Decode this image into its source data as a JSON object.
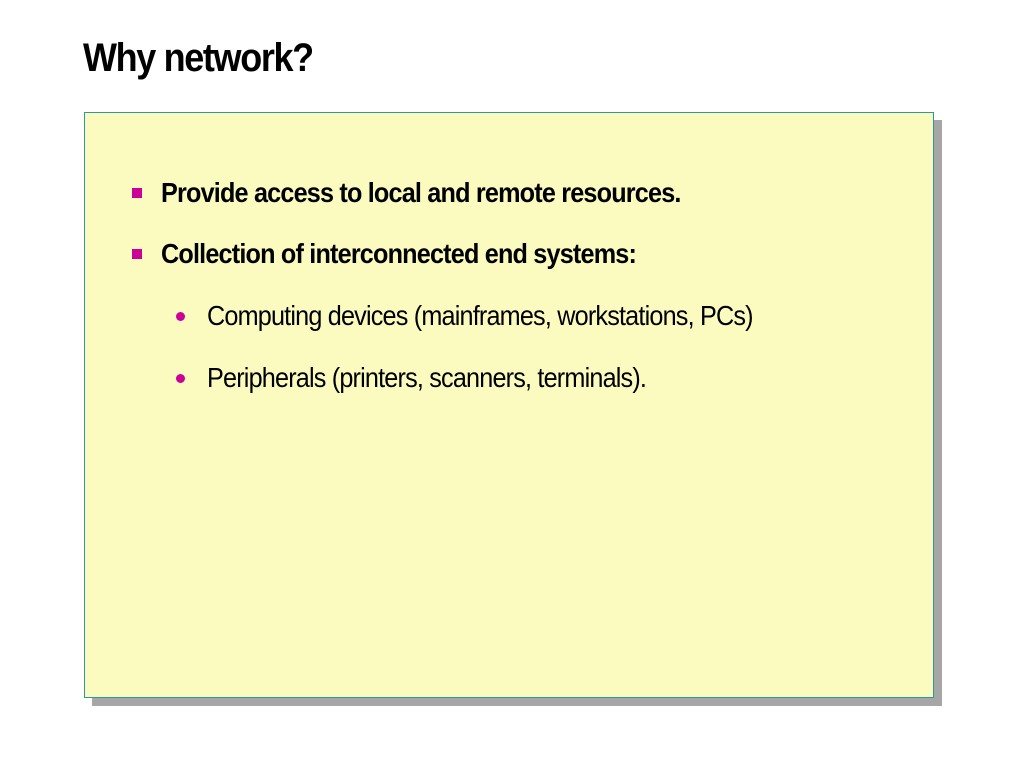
{
  "slide": {
    "title": "Why network?",
    "bullets": [
      {
        "text": "Provide access to local and remote resources."
      },
      {
        "text": "Collection of interconnected end systems:"
      }
    ],
    "sub_bullets": [
      {
        "text": "Computing devices (mainframes, workstations, PCs)"
      },
      {
        "text": "Peripherals (printers, scanners, terminals)."
      }
    ]
  },
  "colors": {
    "content_background": "#fcfbbf",
    "content_border": "#2a9a9a",
    "bullet_accent": "#cc0099",
    "shadow": "#a6a6a6"
  },
  "icons": {
    "level1_bullet": "square-bullet-icon",
    "level2_bullet": "dot-bullet-icon"
  }
}
